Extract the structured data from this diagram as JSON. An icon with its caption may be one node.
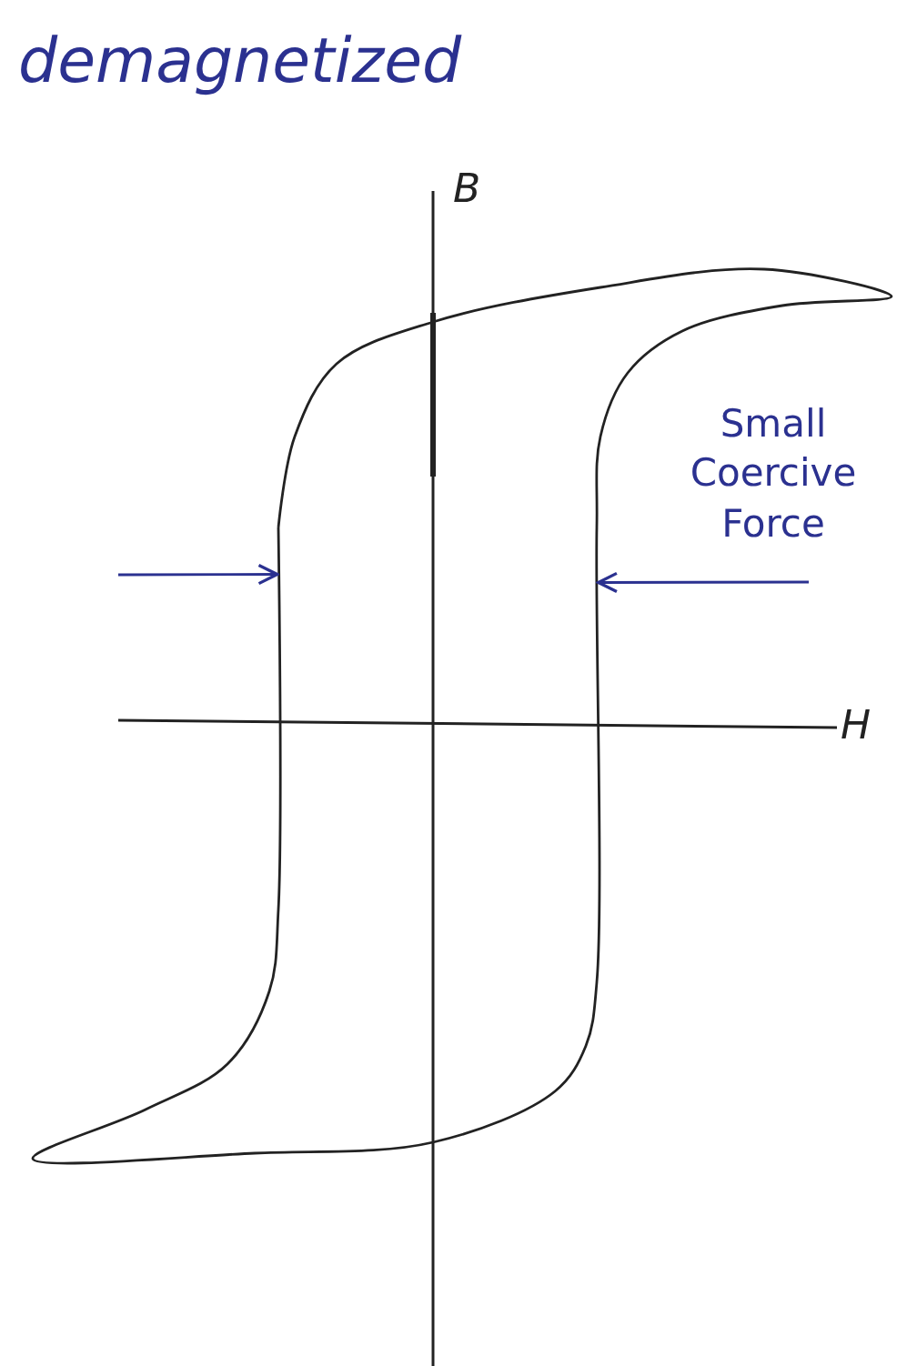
{
  "diagram": {
    "title": "demagnetized",
    "nodes": [
      {
        "text": [
          "Small Coercive Force"
        ]
      },
      {
        "text": [],
        "shape": "picture"
      }
    ],
    "edges": [
      {
        "from": 0,
        "to": 1,
        "arrow": "to",
        "color": "#2b3190"
      },
      {
        "from": null,
        "to": 1,
        "arrow": "to",
        "color": "#2b3190"
      }
    ],
    "labels": [
      "B",
      "H"
    ]
  }
}
